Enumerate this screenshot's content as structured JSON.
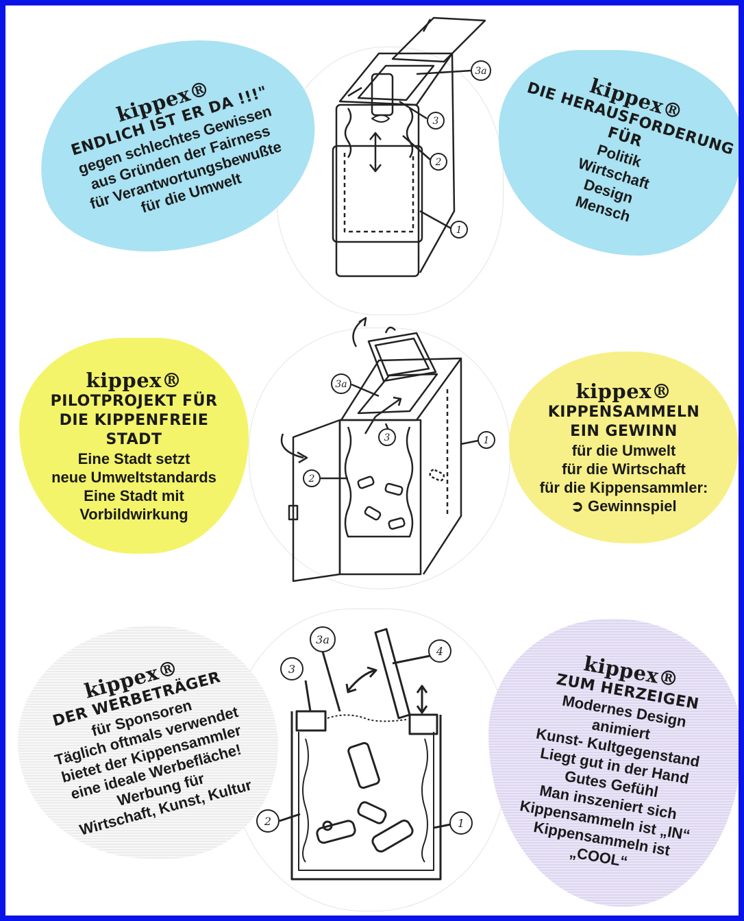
{
  "brand": "kippex®",
  "panels": {
    "top_left": {
      "headline": "ENDLICH IST ER DA !!!\"",
      "lines": [
        "gegen schlechtes Gewissen",
        "aus Gründen der Fairness",
        "für  Verantwortungsbewußte",
        "für die Umwelt"
      ]
    },
    "top_right": {
      "headline": "DIE HERAUSFORDERUNG",
      "headline2": "FÜR",
      "lines": [
        "Politik",
        "Wirtschaft",
        "Design",
        "Mensch"
      ]
    },
    "mid_left": {
      "headline": "PILOTPROJEKT FÜR",
      "headline2": "DIE KIPPENFREIE",
      "headline3": "STADT",
      "lines": [
        "Eine Stadt setzt",
        "neue Umweltstandards",
        "Eine Stadt mit",
        "Vorbildwirkung"
      ]
    },
    "mid_right": {
      "headline": "KIPPENSAMMELN",
      "headline2": "EIN GEWINN",
      "lines": [
        "für die Umwelt",
        "für die Wirtschaft",
        "für die Kippensammler:",
        "➲ Gewinnspiel"
      ]
    },
    "bottom_left": {
      "headline": "DER WERBETRÄGER",
      "lines": [
        "für Sponsoren",
        "Täglich oftmals verwendet",
        "bietet der Kippensammler",
        "eine ideale Werbefläche!",
        "Werbung für",
        "Wirtschaft, Kunst, Kultur"
      ]
    },
    "bottom_right": {
      "headline": "ZUM HERZEIGEN",
      "lines": [
        "Modernes Design",
        "animiert",
        "Kunst- Kultgegenstand",
        "Liegt gut in der Hand",
        "Gutes Gefühl",
        "Man inszeniert sich",
        "Kippensammeln ist „IN“",
        "Kippensammeln ist",
        "„COOL“"
      ]
    }
  },
  "diagram_labels": {
    "top": [
      "3a",
      "3",
      "2",
      "1"
    ],
    "middle": [
      "3a",
      "3",
      "2",
      "1"
    ],
    "bottom": [
      "3a",
      "3",
      "4",
      "2",
      "1"
    ]
  },
  "colors": {
    "frame": "#0a14e8",
    "cyan": "#a9e2f2",
    "yellow": "#f3f46a",
    "light_yellow": "#f7f088",
    "grey": "#f0f0f0",
    "lilac": "#e3ddf3"
  }
}
